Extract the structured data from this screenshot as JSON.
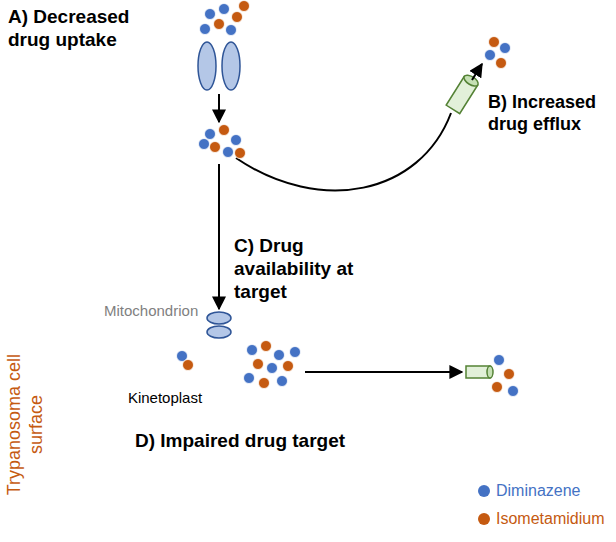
{
  "diagram": {
    "nodes": [
      {
        "text": [
          "Trypanosoma cell surface"
        ]
      },
      {
        "text": [
          "Mitochondrion"
        ],
        "in": 0
      },
      {
        "text": [
          "Kinetoplast"
        ],
        "in": 1
      }
    ],
    "labels": [
      "A) Decreased drug uptake",
      "B) Increased drug efflux",
      "C) Drug availability at target",
      "D) Impaired drug target"
    ],
    "legend": [
      {
        "text": "Diminazene",
        "color": "#4472c4"
      },
      {
        "text": "Isometamidium",
        "color": "#c55a11"
      }
    ]
  }
}
